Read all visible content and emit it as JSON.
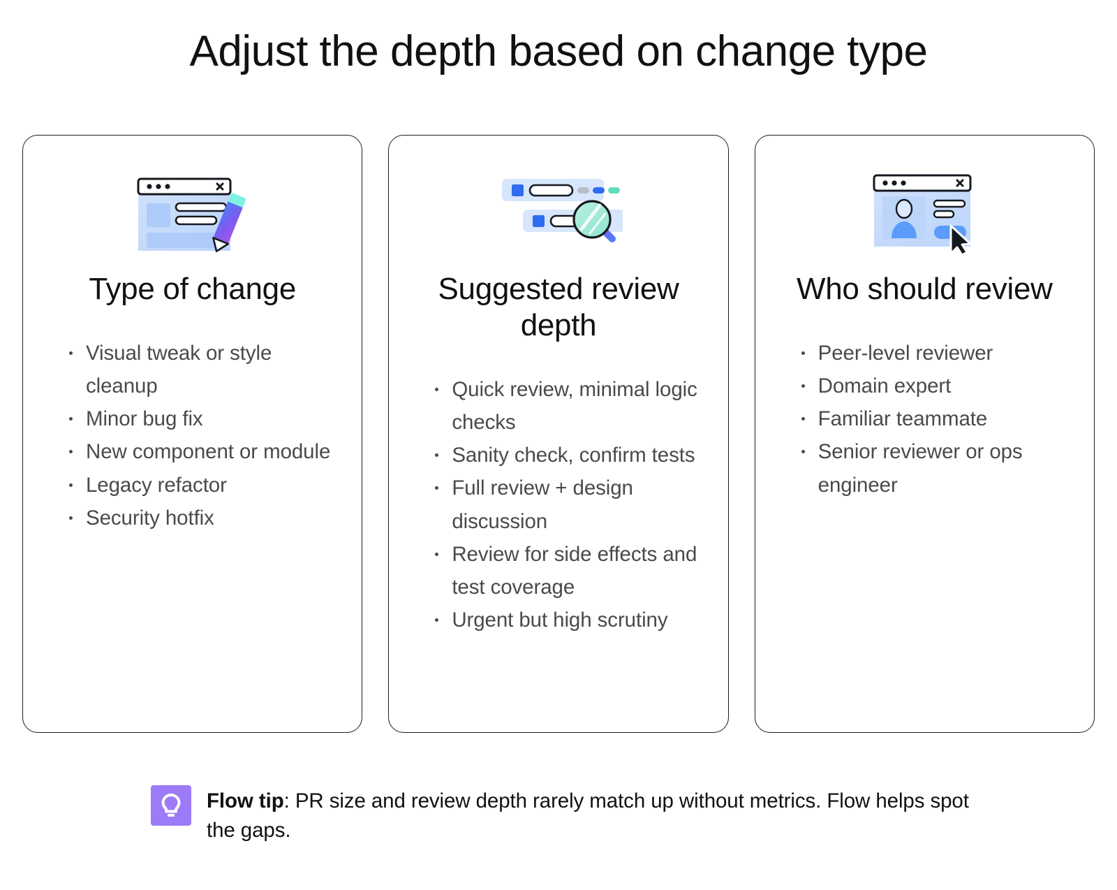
{
  "page": {
    "title": "Adjust the depth based on change type",
    "background_color": "#ffffff",
    "text_color": "#111111",
    "body_text_color": "#4a4a4a",
    "card_border_color": "#1d1d1d",
    "accent_purple": "#9d7bf7"
  },
  "cards": [
    {
      "icon_name": "browser-window-pencil-icon",
      "heading": "Type of change",
      "bullets": [
        "Visual tweak or style cleanup",
        "Minor bug fix",
        "New component or module",
        "Legacy refactor",
        "Security hotfix"
      ]
    },
    {
      "icon_name": "list-rows-magnifier-icon",
      "heading": "Suggested review depth",
      "bullets": [
        "Quick review, minimal logic checks",
        "Sanity check, confirm tests",
        "Full review + design discussion",
        "Review for side effects and test coverage",
        "Urgent but high scrutiny"
      ]
    },
    {
      "icon_name": "browser-window-profile-cursor-icon",
      "heading": "Who should review",
      "bullets": [
        "Peer-level reviewer",
        "Domain expert",
        "Familiar teammate",
        "Senior reviewer or ops engineer"
      ]
    }
  ],
  "tip": {
    "icon_name": "lightbulb-icon",
    "label": "Flow tip",
    "separator": ": ",
    "body": "PR size and review depth rarely match up without metrics. Flow helps spot the gaps."
  }
}
